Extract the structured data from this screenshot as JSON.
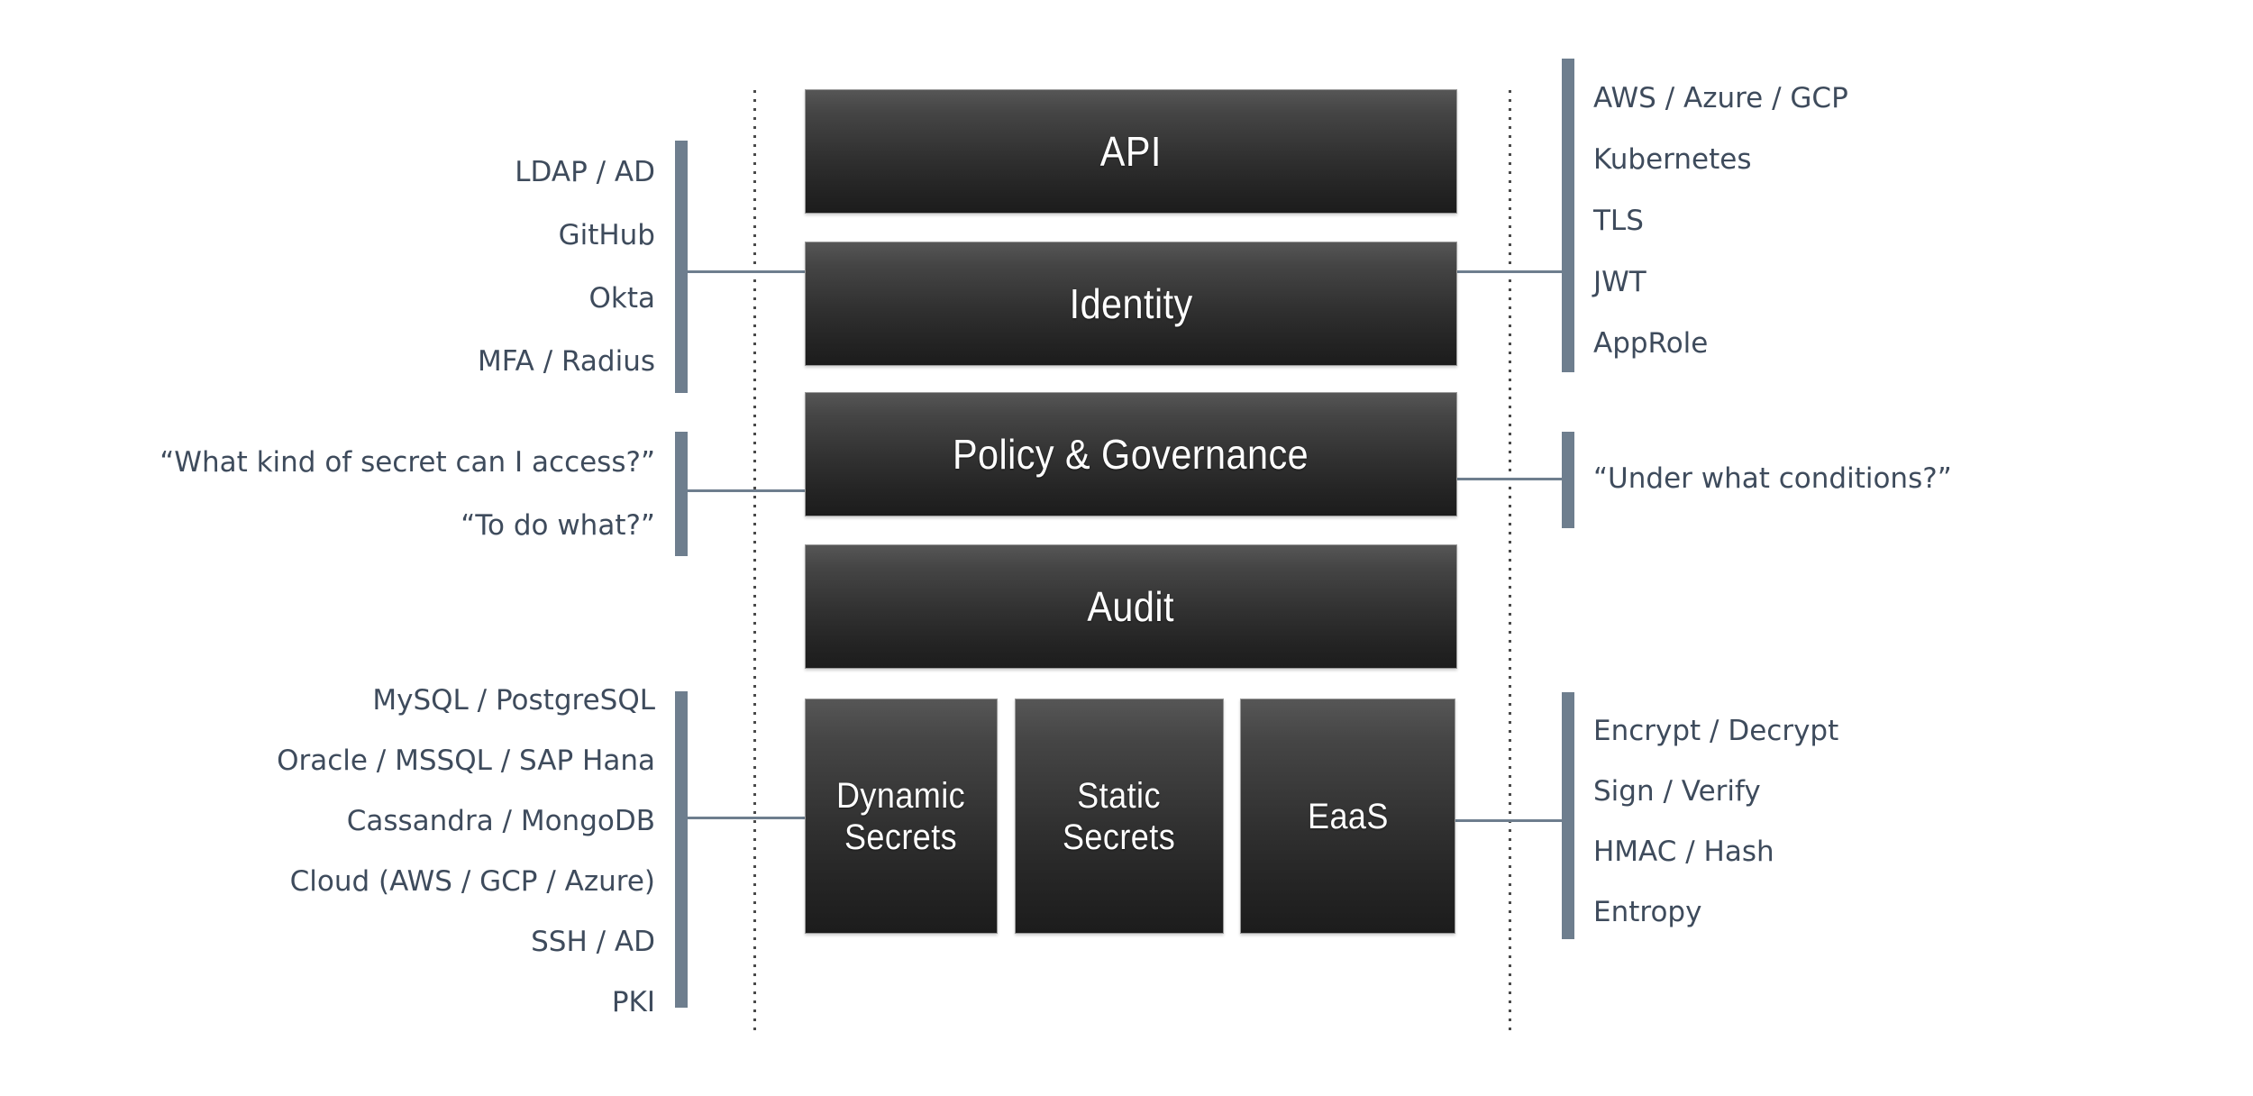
{
  "colors": {
    "background": "#ffffff",
    "box_gradient_top": "#565656",
    "box_gradient_bottom": "#1c1c1c",
    "box_text": "#ffffff",
    "label_text": "#3e4b5c",
    "bracket": "#6e7e8e",
    "dotted_line": "#4a4a4a"
  },
  "stack": {
    "layers": [
      {
        "label": "API"
      },
      {
        "label": "Identity"
      },
      {
        "label": "Policy & Governance"
      },
      {
        "label": "Audit"
      }
    ],
    "secrets_row": [
      {
        "label": "Dynamic\nSecrets"
      },
      {
        "label": "Static\nSecrets"
      },
      {
        "label": "EaaS"
      }
    ]
  },
  "annotations": {
    "identity_sources": {
      "side": "left",
      "connects_to": "Identity",
      "items": [
        "LDAP / AD",
        "GitHub",
        "Okta",
        "MFA / Radius"
      ]
    },
    "policy_questions": {
      "side": "left",
      "connects_to": "Policy & Governance",
      "items": [
        "“What kind of secret can I access?”",
        "“To do what?”"
      ]
    },
    "secret_engines": {
      "side": "left",
      "connects_to": "Dynamic Secrets",
      "items": [
        "MySQL / PostgreSQL",
        "Oracle / MSSQL / SAP Hana",
        "Cassandra / MongoDB",
        "Cloud (AWS / GCP / Azure)",
        "SSH / AD",
        "PKI"
      ]
    },
    "auth_methods": {
      "side": "right",
      "connects_to": "Identity",
      "items": [
        "AWS / Azure / GCP",
        "Kubernetes",
        "TLS",
        "JWT",
        "AppRole"
      ]
    },
    "policy_conditions": {
      "side": "right",
      "connects_to": "Policy & Governance",
      "items": [
        "“Under what conditions?”"
      ]
    },
    "eaas_functions": {
      "side": "right",
      "connects_to": "EaaS",
      "items": [
        "Encrypt / Decrypt",
        "Sign / Verify",
        "HMAC / Hash",
        "Entropy"
      ]
    }
  }
}
